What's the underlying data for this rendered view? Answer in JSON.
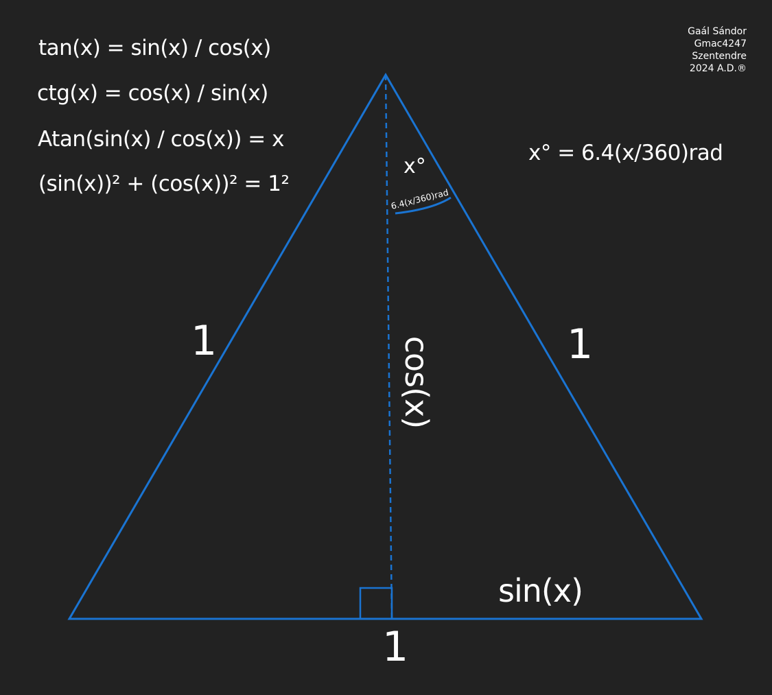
{
  "formulas": [
    "tan(x) = sin(x) / cos(x)",
    "ctg(x) = cos(x) / sin(x)",
    "Atan(sin(x) / cos(x)) = x",
    "(sin(x))² + (cos(x))² = 1²"
  ],
  "credit": {
    "name": "Gaál Sándor",
    "handle": "Gmac4247",
    "place": "Szentendre",
    "year": "2024 A.D.®"
  },
  "conversion": "x° = 6.4(x/360)rad",
  "labels": {
    "left_side": "1",
    "right_side": "1",
    "base": "1",
    "height": "cos(x)",
    "half_base": "sin(x)",
    "angle": "x°",
    "angle_rad": "6.4(x/360)rad"
  },
  "colors": {
    "background": "#222222",
    "line": "#1a74d2",
    "text": "#ffffff"
  }
}
